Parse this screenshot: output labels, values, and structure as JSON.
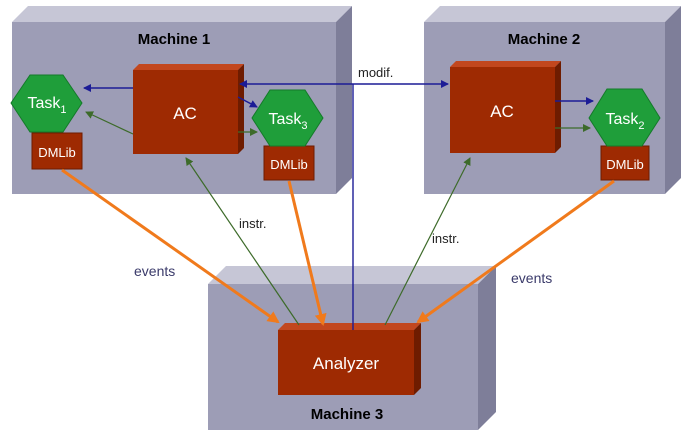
{
  "machines": {
    "m1": "Machine 1",
    "m2": "Machine 2",
    "m3": "Machine 3"
  },
  "nodes": {
    "ac_m1": "AC",
    "ac_m2": "AC",
    "analyzer": "Analyzer",
    "task1": {
      "base": "Task",
      "sub": "1"
    },
    "task3": {
      "base": "Task",
      "sub": "3"
    },
    "task2": {
      "base": "Task",
      "sub": "2"
    },
    "dmlib1": "DMLib",
    "dmlib3": "DMLib",
    "dmlib2": "DMLib"
  },
  "edge_labels": {
    "modif": "modif.",
    "instr_left": "instr.",
    "instr_right": "instr.",
    "events_left": "events",
    "events_right": "events"
  },
  "colors": {
    "box_front": "#9d9db6",
    "box_top": "#c6c6d6",
    "box_side": "#7e7e99",
    "block": "#9e2a02",
    "block_light": "#c2471e",
    "hexagon": "#1f9e3a",
    "control_arrow": "#1c1c96",
    "instr_arrow": "#3d6b2a",
    "event_arrow": "#f07a1c"
  }
}
